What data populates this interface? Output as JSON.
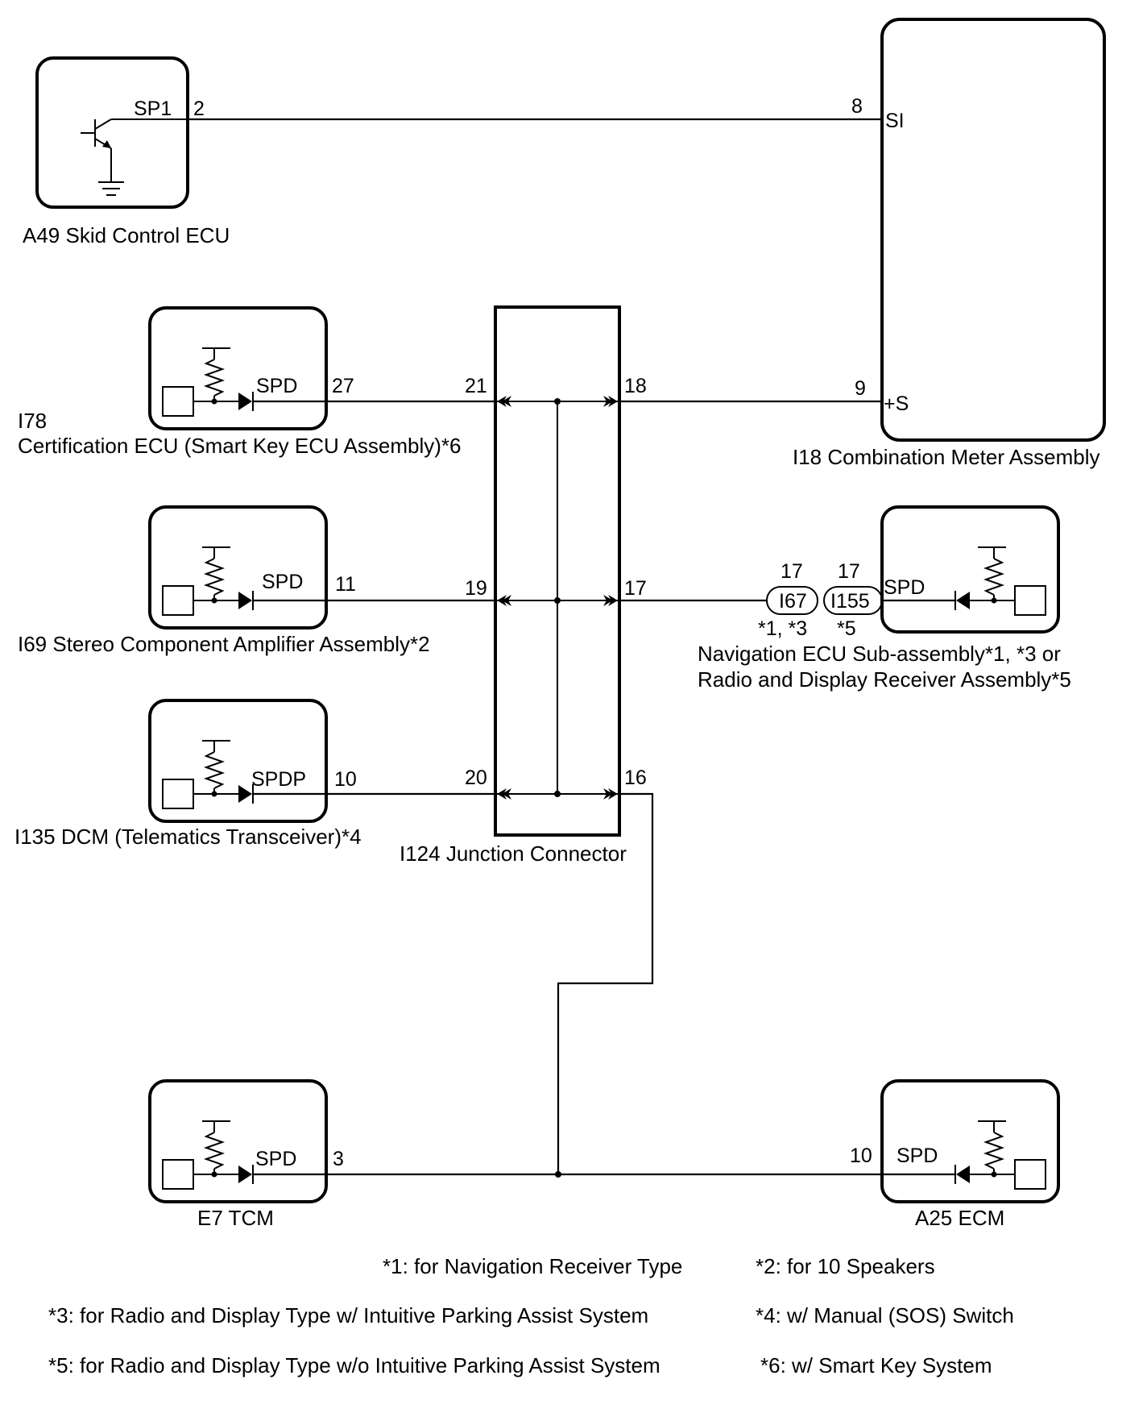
{
  "components": {
    "skid": {
      "label": "A49  Skid Control ECU",
      "terminal_name": "SP1",
      "pin": "2"
    },
    "meter": {
      "label": "I18  Combination Meter Assembly",
      "pin_si": "8",
      "name_si": "SI",
      "pin_s": "9",
      "name_s": "+S"
    },
    "cert": {
      "label_line1": "I78",
      "label_line2": "Certification ECU (Smart Key ECU Assembly)*6",
      "terminal_name": "SPD",
      "pin": "27"
    },
    "stereo": {
      "label": "I69  Stereo Component Amplifier Assembly*2",
      "terminal_name": "SPD",
      "pin": "11"
    },
    "dcm": {
      "label": "I135 DCM (Telematics Transceiver)*4",
      "terminal_name": "SPDP",
      "pin": "10"
    },
    "junction": {
      "label": "I124 Junction Connector",
      "pins_left": [
        "21",
        "19",
        "20"
      ],
      "pins_right": [
        "18",
        "17",
        "16"
      ]
    },
    "nav": {
      "label_line1": "Navigation ECU Sub-assembly*1, *3 or",
      "label_line2": "Radio and Display Receiver Assembly*5",
      "terminal_name": "SPD",
      "connector_a": "I67",
      "connector_b": "I155",
      "pin_a": "17",
      "pin_b": "17",
      "note_a": "*1, *3",
      "note_b": "*5"
    },
    "tcm": {
      "label": "E7  TCM",
      "terminal_name": "SPD",
      "pin": "3"
    },
    "ecm": {
      "label": "A25  ECM",
      "terminal_name": "SPD",
      "pin": "10"
    }
  },
  "footnotes": [
    "*1: for Navigation Receiver Type",
    "*2: for 10 Speakers",
    "*3: for Radio and Display Type w/ Intuitive Parking Assist System",
    "*4: w/ Manual (SOS) Switch",
    "*5: for Radio and Display Type w/o Intuitive Parking Assist System",
    "*6: w/ Smart Key System"
  ]
}
